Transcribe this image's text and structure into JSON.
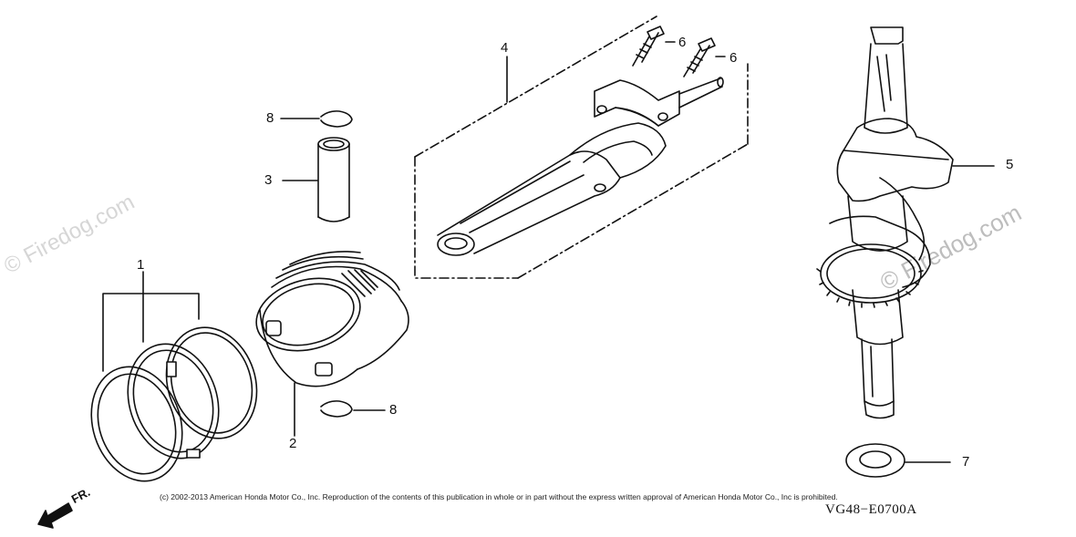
{
  "diagram": {
    "callouts": {
      "c1": "1",
      "c2": "2",
      "c3": "3",
      "c4": "4",
      "c5": "5",
      "c6a": "6",
      "c6b": "6",
      "c7": "7",
      "c8a": "8",
      "c8b": "8"
    },
    "copyright": "(c) 2002-2013 American Honda Motor Co., Inc. Reproduction of the contents of this publication in whole or in part without the express written approval of American Honda Motor Co., Inc is prohibited.",
    "diagram_code": "VG48−E0700A",
    "direction_label": "FR.",
    "watermark_text": "© Firedog.com"
  }
}
